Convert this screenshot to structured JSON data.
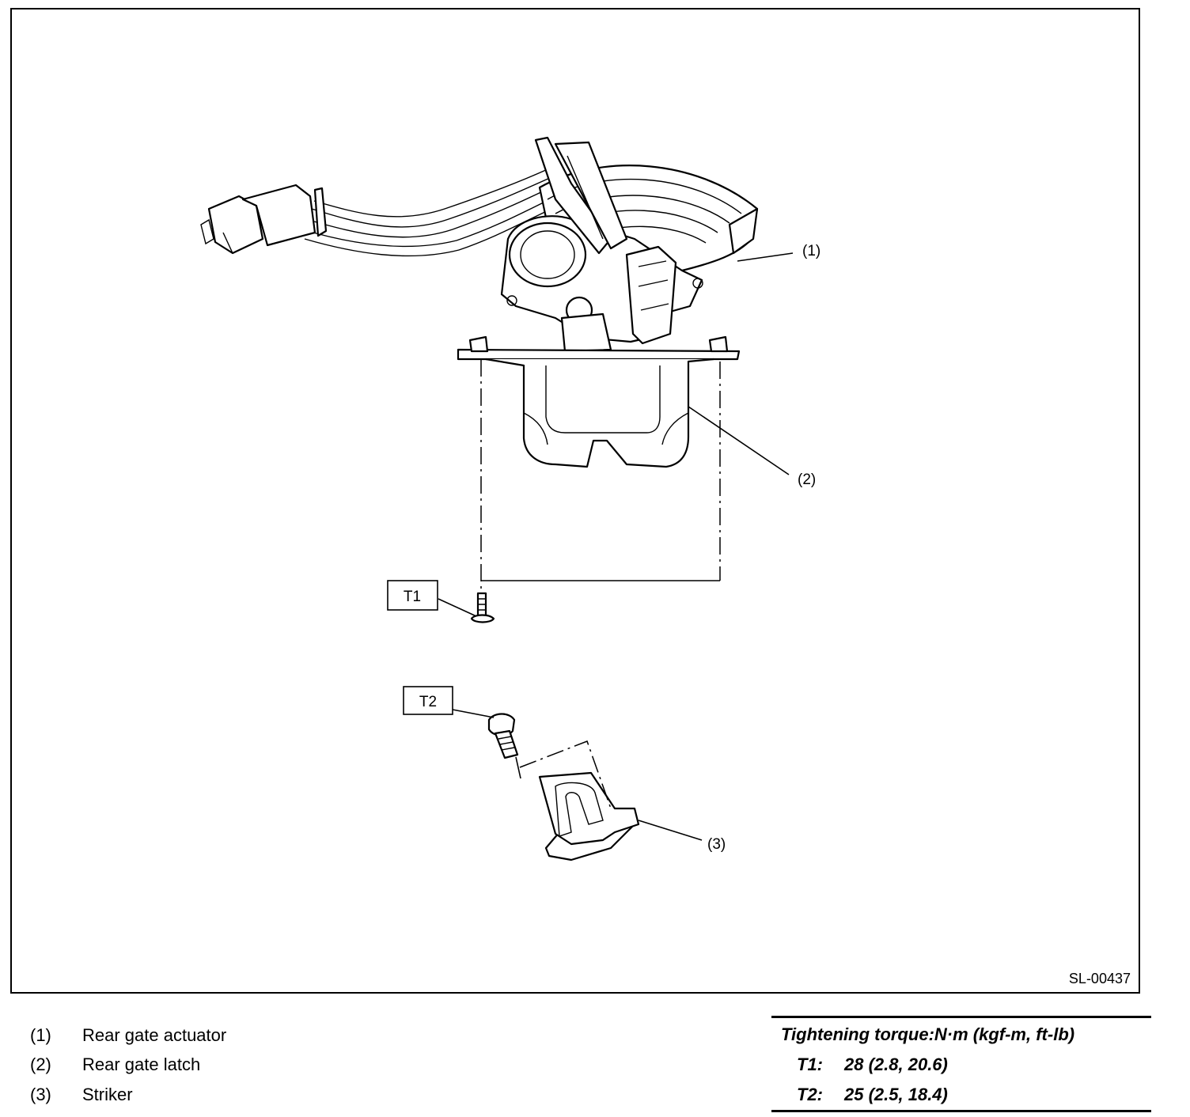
{
  "figure": {
    "id": "SL-00437",
    "callouts": [
      {
        "ref": "(1)"
      },
      {
        "ref": "(2)"
      },
      {
        "ref": "(3)"
      }
    ],
    "torque_tags": [
      "T1",
      "T2"
    ]
  },
  "legend": [
    {
      "num": "(1)",
      "name": "Rear gate actuator"
    },
    {
      "num": "(2)",
      "name": "Rear gate latch"
    },
    {
      "num": "(3)",
      "name": "Striker"
    }
  ],
  "torque_table": {
    "title": "Tightening torque:N·m (kgf-m, ft-lb)",
    "rows": [
      {
        "key": "T1:",
        "value": "28 (2.8, 20.6)"
      },
      {
        "key": "T2:",
        "value": "25 (2.5, 18.4)"
      }
    ]
  }
}
